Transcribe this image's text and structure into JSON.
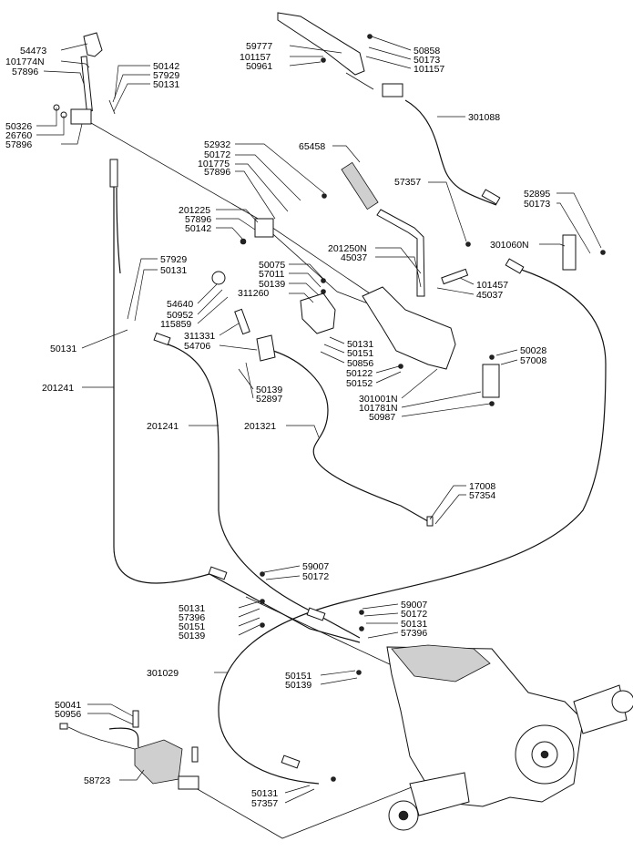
{
  "diagram": {
    "callouts": [
      "54473",
      "101774N",
      "57896",
      "50326",
      "26760",
      "57896",
      "50142",
      "57929",
      "50131",
      "59777",
      "101157",
      "50961",
      "50858",
      "50173",
      "101157",
      "301088",
      "52932",
      "50172",
      "101775",
      "57896",
      "65458",
      "201225",
      "57896",
      "50142",
      "57357",
      "52895",
      "50173",
      "201250N",
      "45037",
      "301060N",
      "57929",
      "50131",
      "50075",
      "57011",
      "50139",
      "311260",
      "54640",
      "50952",
      "115859",
      "101457",
      "45037",
      "311331",
      "54706",
      "50131",
      "50151",
      "50856",
      "50131",
      "50028",
      "57008",
      "50122",
      "50152",
      "50139",
      "52897",
      "301001N",
      "101781N",
      "50987",
      "201241",
      "201241",
      "201321",
      "17008",
      "57354",
      "59007",
      "50172",
      "50131",
      "57396",
      "50151",
      "50139",
      "59007",
      "50172",
      "50131",
      "57396",
      "301029",
      "50151",
      "50139",
      "50041",
      "50956",
      "58723",
      "50131",
      "57357"
    ]
  }
}
